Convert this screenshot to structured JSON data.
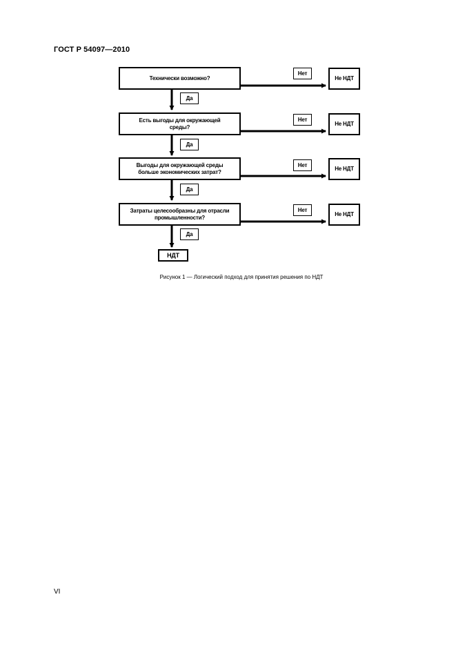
{
  "header": {
    "doc_code": "ГОСТ Р 54097—2010"
  },
  "flowchart": {
    "decisions": [
      {
        "lines": [
          "Технически возможно?"
        ]
      },
      {
        "lines": [
          "Есть выгоды для окружающей",
          "среды?"
        ]
      },
      {
        "lines": [
          "Выгоды для окружающей среды",
          "больше экономических затрат?"
        ]
      },
      {
        "lines": [
          "Затраты целесообразны для отрасли",
          "промышленности?"
        ]
      }
    ],
    "yes_label": "Да",
    "no_label": "Нет",
    "no_outcome": "Не НДТ",
    "final_outcome": "НДТ"
  },
  "caption": "Рисунок 1 — Логический подход для принятия решения по НДТ",
  "footer": {
    "page_number": "VI"
  }
}
